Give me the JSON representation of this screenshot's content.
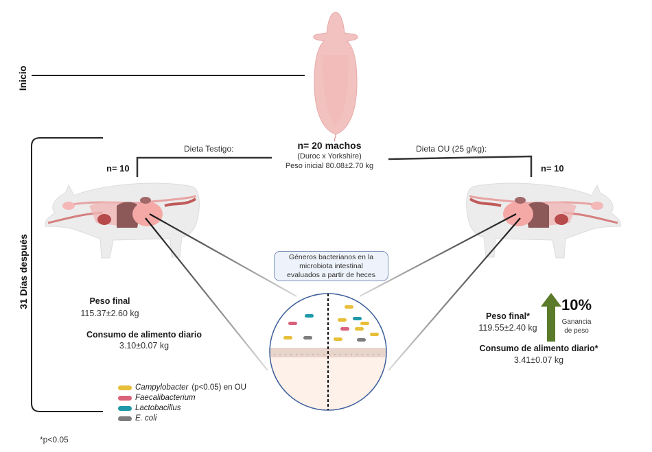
{
  "labels": {
    "start": "Inicio",
    "after": "31 Días después",
    "footnote": "*p<0.05"
  },
  "center": {
    "n_total": "n= 20 machos",
    "breed": "(Duroc x Yorkshire)",
    "initial_weight": "Peso inicial 80.08±2.70 kg"
  },
  "groups": {
    "control": {
      "diet": "Dieta Testigo:",
      "n": "n= 10",
      "final_weight_label": "Peso final",
      "final_weight_value": "115.37±2.60 kg",
      "feed_label": "Consumo de alimento diario",
      "feed_value": "3.10±0.07 kg"
    },
    "treatment": {
      "diet": "Dieta OU (25 g/kg):",
      "n": "n= 10",
      "final_weight_label": "Peso final*",
      "final_weight_value": "119.55±2.40 kg",
      "feed_label": "Consumo de alimento diario*",
      "feed_value": "3.41±0.07 kg",
      "gain_percent": "10%",
      "gain_label_1": "Ganancia",
      "gain_label_2": "de peso"
    }
  },
  "microbiota_box": {
    "line1": "Géneros bacterianos en la",
    "line2": "microbiota intestinal",
    "line3": "evaluados a partir de heces"
  },
  "legend": [
    {
      "name": "Campylobacter",
      "note": "(p<0.05) en OU",
      "color": "#e8bf3a"
    },
    {
      "name": "Faecalibacterium",
      "note": "",
      "color": "#d9627a"
    },
    {
      "name": "Lactobacillus",
      "note": "",
      "color": "#1f99a8"
    },
    {
      "name": "E. coli",
      "note": "",
      "color": "#7d7d7d"
    }
  ],
  "colors": {
    "arrow": "#5b7a2a",
    "pig_skin": "#f2c2c0",
    "circle_border": "#3d5f9a",
    "tissue": "#fdf1ea"
  }
}
